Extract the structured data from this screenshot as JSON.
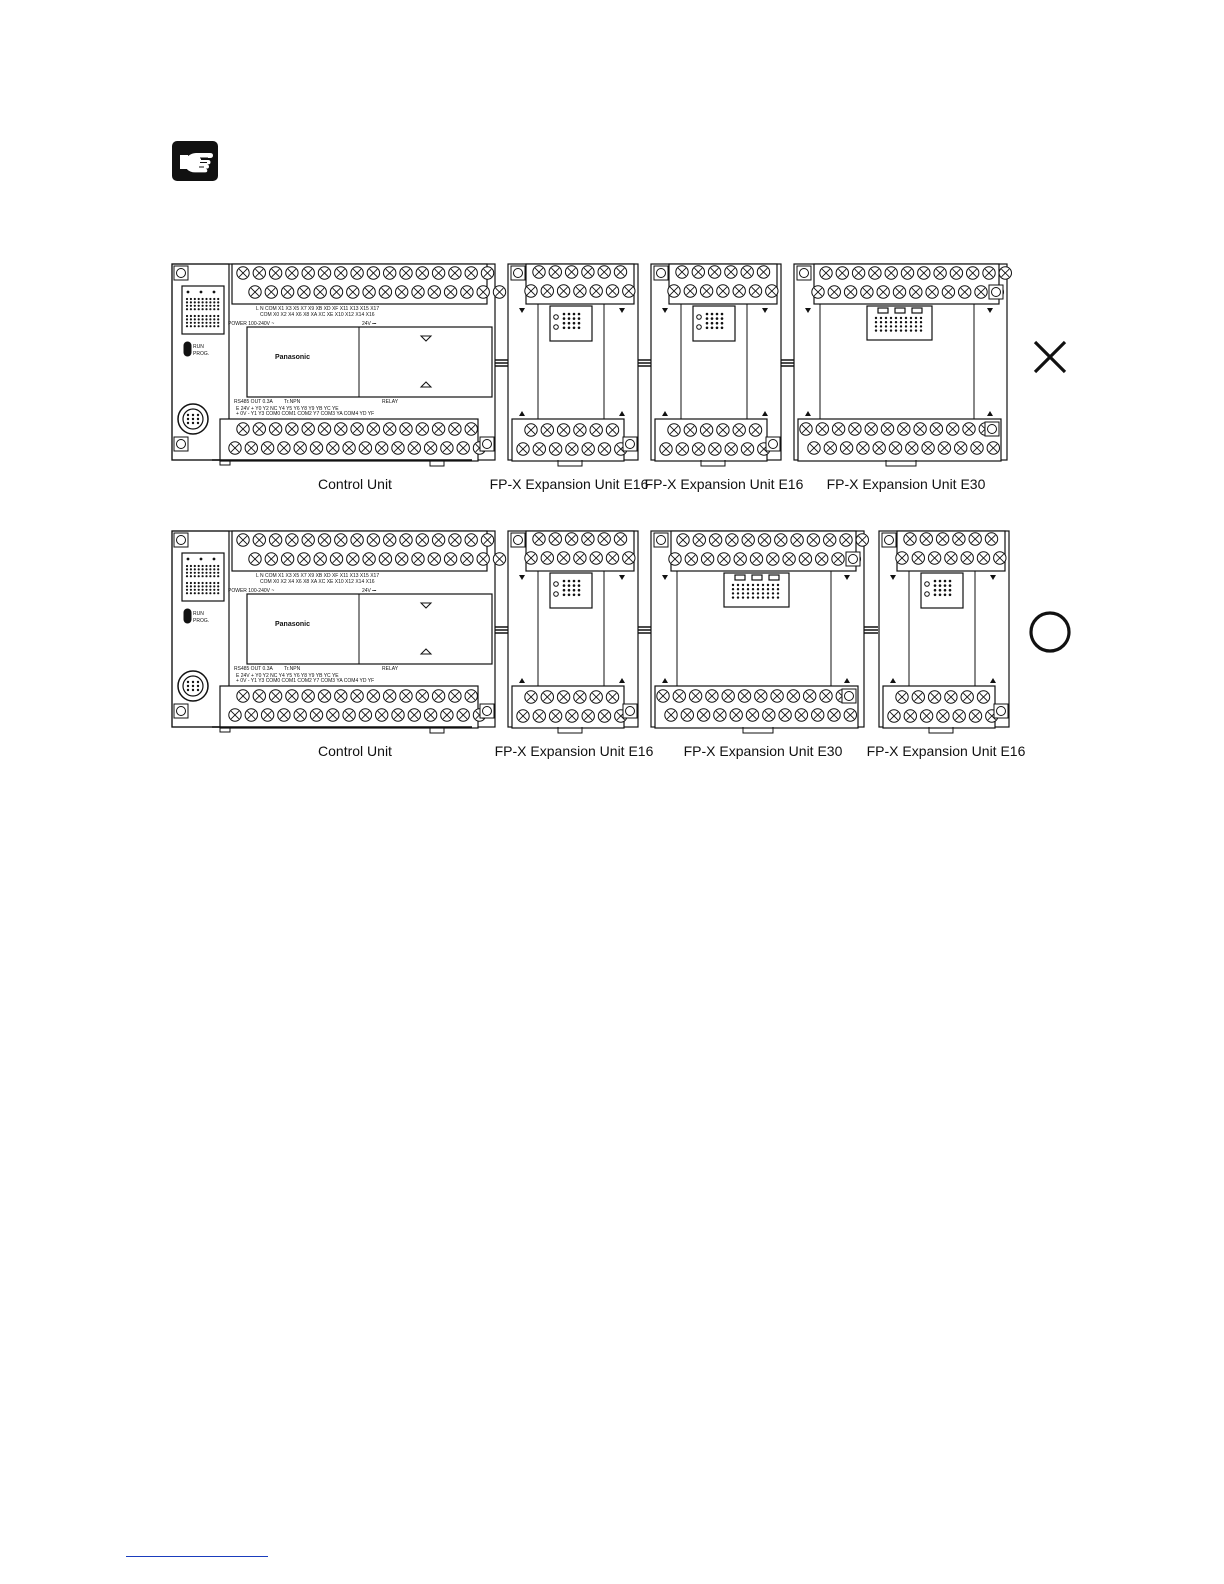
{
  "note_icon": "pointing-hand-icon",
  "rows": [
    {
      "status_icon": "cross-icon",
      "verdict": "incorrect",
      "units": [
        {
          "kind": "control",
          "label": "Control Unit"
        },
        {
          "kind": "e16",
          "label": "FP-X Expansion Unit E16"
        },
        {
          "kind": "e16",
          "label": "FP-X Expansion Unit E16"
        },
        {
          "kind": "e30",
          "label": "FP-X Expansion Unit E30"
        }
      ]
    },
    {
      "status_icon": "circle-icon",
      "verdict": "correct",
      "units": [
        {
          "kind": "control",
          "label": "Control Unit"
        },
        {
          "kind": "e16",
          "label": "FP-X Expansion Unit E16"
        },
        {
          "kind": "e30",
          "label": "FP-X Expansion Unit E30"
        },
        {
          "kind": "e16",
          "label": "FP-X Expansion Unit E16"
        }
      ]
    }
  ],
  "control_unit_markings": {
    "brand": "Panasonic",
    "switch_run": "RUN",
    "switch_prog": "PROG.",
    "power": "POWER 100-240V ~",
    "dc24": "24V ⎓",
    "input_top": "L   N   COM  X1   X3   X5   X7   X9   XB   XD   XF   X11  X13  X15  X17",
    "input_bottom": "COM  X0   X2   X4   X6   X8   XA   XC   XE   X10  X12  X14  X16",
    "out_header_left": "RS485 OUT 0.3A",
    "out_header_mid": "Tr.NPN",
    "out_header_right": "RELAY",
    "output_top": "E   24V   +   Y0  Y2  NC  Y4  Y5  Y6  Y8  Y9  YB  YC  YE",
    "output_bottom": "+   0V   -   Y1  Y3  COM0 COM1 COM2 Y7 COM3 YA COM4 YD YF"
  }
}
